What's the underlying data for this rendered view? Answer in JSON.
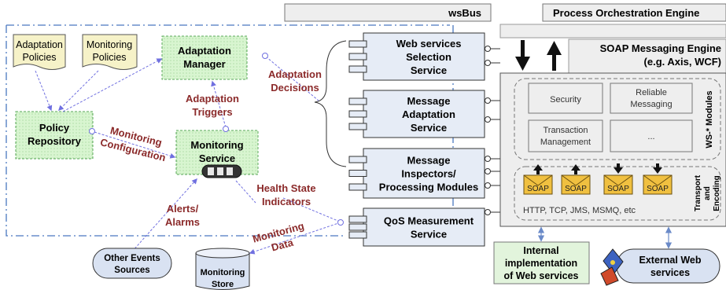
{
  "bars": {
    "wsbus": "wsBus",
    "orchestration": "Process Orchestration Engine",
    "soap_engine_line1": "SOAP Messaging Engine",
    "soap_engine_line2": "(e.g. Axis, WCF)"
  },
  "policies": {
    "adaptation": [
      "Adaptation",
      "Policies"
    ],
    "monitoring": [
      "Monitoring",
      "Policies"
    ]
  },
  "components": {
    "adaptation_manager": [
      "Adaptation",
      "Manager"
    ],
    "policy_repository": [
      "Policy",
      "Repository"
    ],
    "monitoring_service": [
      "Monitoring",
      "Service"
    ]
  },
  "flow_labels": {
    "adaptation_decisions": [
      "Adaptation",
      "Decisions"
    ],
    "adaptation_triggers": [
      "Adaptation",
      "Triggers"
    ],
    "monitoring_configuration": [
      "Monitoring",
      "Configuration"
    ],
    "health_state": [
      "Health State",
      "Indicators"
    ],
    "alerts_alarms": [
      "Alerts/",
      "Alarms"
    ],
    "monitoring_data": [
      "Monitoring",
      "Data"
    ]
  },
  "bus_modules": {
    "selection": [
      "Web services",
      "Selection",
      "Service"
    ],
    "adaptation": [
      "Message",
      "Adaptation",
      "Service"
    ],
    "inspectors": [
      "Message",
      "Inspectors/",
      "Processing Modules"
    ],
    "qos": [
      "QoS Measurement",
      "Service"
    ]
  },
  "ws_modules": {
    "security": "Security",
    "reliable": [
      "Reliable",
      "Messaging"
    ],
    "transaction": [
      "Transaction",
      "Management"
    ],
    "more": "...",
    "side_label": "WS-* Modules"
  },
  "transport": {
    "soap_labels": [
      "SOAP",
      "SOAP",
      "SOAP",
      "SOAP"
    ],
    "protocols": "HTTP, TCP, JMS, MSMQ, etc",
    "side_label": [
      "Transport",
      "and",
      "Encoding"
    ]
  },
  "external": {
    "other_events": [
      "Other Events",
      "Sources"
    ],
    "monitoring_store": [
      "Monitoring",
      "Store"
    ],
    "internal_impl": [
      "Internal",
      "implementation",
      "of Web services"
    ],
    "external_ws": [
      "External Web",
      "services"
    ]
  },
  "colors": {
    "component_fill": "#d8f5d0",
    "component_border": "#5aa85a",
    "policy_fill": "#f6f2c8",
    "module_fill": "#e6ecf6",
    "flow_text": "#8b2a2a",
    "dashed_line": "#4a78c0"
  }
}
